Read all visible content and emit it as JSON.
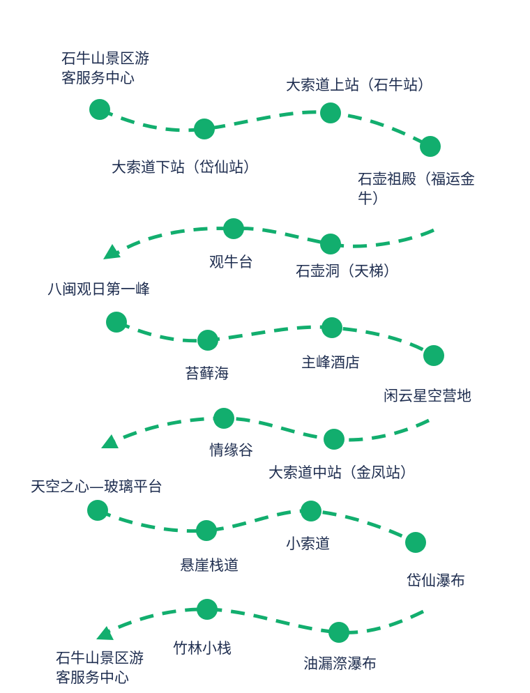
{
  "colors": {
    "route": "#12AE6E",
    "text": "#1E2D4F"
  },
  "stops": [
    {
      "lines": [
        "石牛山景区游",
        "客服务中心"
      ]
    },
    {
      "lines": [
        "大索道下站（岱仙站）"
      ]
    },
    {
      "lines": [
        "大索道上站（石牛站）"
      ]
    },
    {
      "lines": [
        "石壶祖殿（福运金",
        "牛）"
      ]
    },
    {
      "lines": [
        "石壶洞（天梯）"
      ]
    },
    {
      "lines": [
        "观牛台"
      ]
    },
    {
      "lines": [
        "八闽观日第一峰"
      ]
    },
    {
      "lines": [
        "苔藓海"
      ]
    },
    {
      "lines": [
        "主峰酒店"
      ]
    },
    {
      "lines": [
        "闲云星空营地"
      ]
    },
    {
      "lines": [
        "大索道中站（金凤站）"
      ]
    },
    {
      "lines": [
        "情缘谷"
      ]
    },
    {
      "lines": [
        "天空之心—玻璃平台"
      ]
    },
    {
      "lines": [
        "悬崖栈道"
      ]
    },
    {
      "lines": [
        "小索道"
      ]
    },
    {
      "lines": [
        "岱仙瀑布"
      ]
    },
    {
      "lines": [
        "油漏漈瀑布"
      ]
    },
    {
      "lines": [
        "竹林小栈"
      ]
    },
    {
      "lines": [
        "石牛山景区游",
        "客服务中心"
      ]
    }
  ]
}
